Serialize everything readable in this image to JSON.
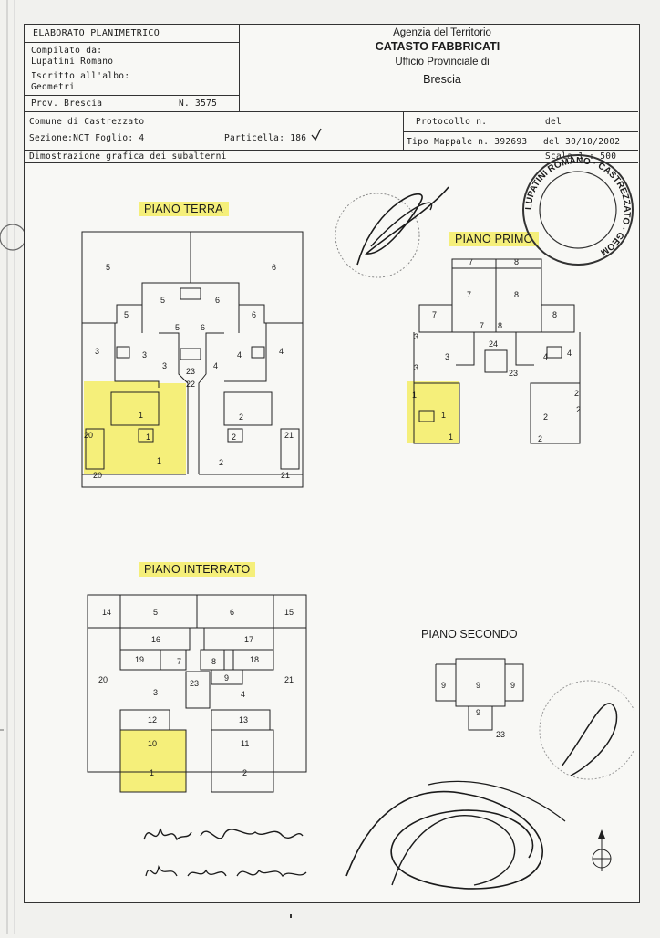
{
  "header": {
    "title": "ELABORATO PLANIMETRICO",
    "compilato_label": "Compilato da:",
    "compilato_name": "Lupatini Romano",
    "iscritto_label": "Iscritto all'albo:",
    "iscritto_value": "Geometri",
    "prov": "Prov. Brescia",
    "numero": "N.  3575"
  },
  "agency": {
    "line1": "Agenzia del Territorio",
    "line2": "CATASTO FABBRICATI",
    "line3": "Ufficio Provinciale di",
    "line4": "Brescia"
  },
  "info": {
    "comune": "Comune di Castrezzato",
    "sezione": "Sezione:NCT  Foglio: 4",
    "particella": "Particella: 186",
    "protocollo": "Protocollo n.",
    "del1": "del",
    "tipo_mappale": "Tipo Mappale n. 392693",
    "del2": "del 30/10/2002",
    "dimostrazione": "Dimostrazione grafica dei subalterni",
    "scala": "Scala 1 : 500"
  },
  "sections": {
    "terra": "PIANO TERRA",
    "primo": "PIANO PRIMO",
    "interrato": "PIANO INTERRATO",
    "secondo": "PIANO SECONDO"
  },
  "stamp_text": "LUPATINI ROMANO · CASTREZZATO · GEOM",
  "signatures": [
    "Morel Cozzaga",
    "Briola Bruno Angelo"
  ],
  "plans": {
    "terra": [
      "5",
      "6",
      "5",
      "6",
      "5",
      "6",
      "5",
      "6",
      "3",
      "3",
      "4",
      "4",
      "3",
      "4",
      "23",
      "22",
      "1",
      "1",
      "2",
      "2",
      "1",
      "2",
      "20",
      "20",
      "21",
      "21"
    ],
    "primo": [
      "7",
      "8",
      "7",
      "8",
      "7",
      "8",
      "7",
      "8",
      "3",
      "3",
      "3",
      "24",
      "4",
      "4",
      "23",
      "1",
      "2",
      "2",
      "1",
      "2",
      "1",
      "2"
    ],
    "interrato": [
      "14",
      "5",
      "6",
      "15",
      "16",
      "17",
      "19",
      "7",
      "8",
      "18",
      "20",
      "23",
      "9",
      "21",
      "3",
      "4",
      "12",
      "13",
      "10",
      "11",
      "1",
      "2"
    ],
    "secondo": [
      "9",
      "9",
      "9",
      "9",
      "23"
    ]
  },
  "colors": {
    "highlight": "#f5ef7a",
    "ink": "#1b1b1b",
    "paper": "#f8f8f5"
  }
}
